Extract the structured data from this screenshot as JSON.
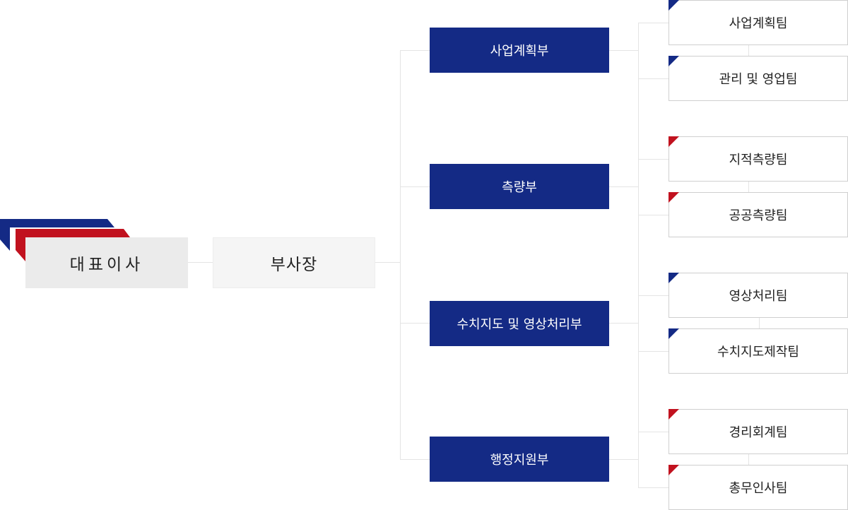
{
  "colors": {
    "navy": "#142a85",
    "red": "#c1121f",
    "connector": "#e4e4e4"
  },
  "ceo": {
    "label": "대표이사"
  },
  "vice_president": {
    "label": "부사장"
  },
  "departments": [
    {
      "label": "사업계획부",
      "teams": [
        {
          "label": "사업계획팀",
          "accent": "navy"
        },
        {
          "label": "관리 및 영업팀",
          "accent": "navy"
        }
      ]
    },
    {
      "label": "측량부",
      "teams": [
        {
          "label": "지적측량팀",
          "accent": "red"
        },
        {
          "label": "공공측량팀",
          "accent": "red"
        }
      ]
    },
    {
      "label": "수치지도 및 영상처리부",
      "teams": [
        {
          "label": "영상처리팀",
          "accent": "navy"
        },
        {
          "label": "수치지도제작팀",
          "accent": "navy"
        }
      ]
    },
    {
      "label": "행정지원부",
      "teams": [
        {
          "label": "경리회계팀",
          "accent": "red"
        },
        {
          "label": "총무인사팀",
          "accent": "red"
        }
      ]
    }
  ]
}
